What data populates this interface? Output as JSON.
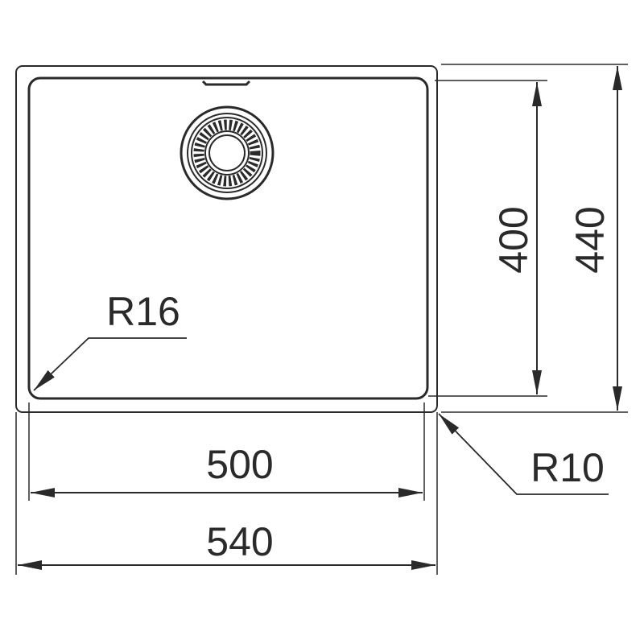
{
  "dimensions": {
    "inner_width": "500",
    "outer_width": "540",
    "inner_height": "400",
    "outer_height": "440",
    "inner_radius": "R16",
    "outer_radius": "R10"
  },
  "colors": {
    "line": "#2a2a2a",
    "background": "#ffffff"
  }
}
